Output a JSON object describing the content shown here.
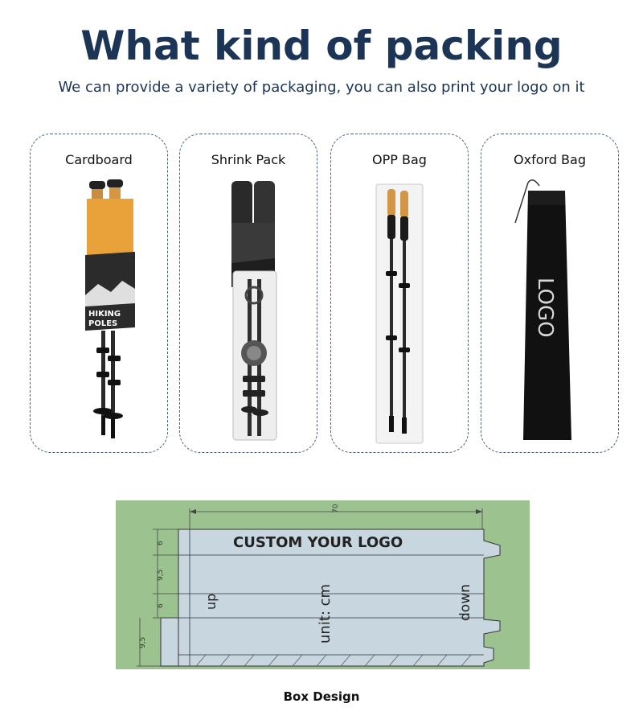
{
  "header": {
    "title": "What kind of packing",
    "subtitle": "We can provide a variety of packaging, you can also print your logo on it"
  },
  "packages": [
    {
      "label": "Cardboard",
      "print_line1": "HIKING",
      "print_line2": "POLES"
    },
    {
      "label": "Shrink Pack"
    },
    {
      "label": "OPP Bag"
    },
    {
      "label": "Oxford Bag",
      "logo_text": "LOGO"
    }
  ],
  "box": {
    "caption": "Box Design",
    "headline": "CUSTOM  YOUR LOGO",
    "unit_text": "unit: cm",
    "up_text": "up",
    "down_text": "down",
    "dim_total": "70",
    "dim_a": "6",
    "dim_b": "9,5",
    "dim_c": "6",
    "dim_d": "9,5",
    "bg_color": "#9cc290",
    "panel_color": "#c8d6e0"
  }
}
